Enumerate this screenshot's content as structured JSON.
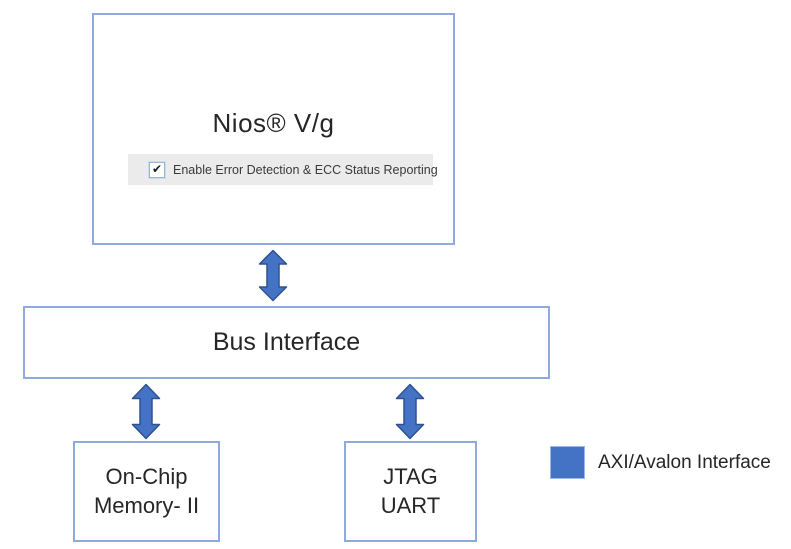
{
  "diagram": {
    "nios_block": {
      "title": "Nios® V/g",
      "checkbox": {
        "label": "Enable Error Detection & ECC Status Reporting",
        "checked": true,
        "check_glyph": "✔"
      }
    },
    "bus_block": {
      "label": "Bus Interface"
    },
    "memory_block": {
      "line1": "On-Chip",
      "line2": "Memory- II"
    },
    "jtag_block": {
      "line1": "JTAG",
      "line2": "UART"
    },
    "legend": {
      "label": "AXI/Avalon Interface",
      "swatch_color": "#4472C4"
    },
    "colors": {
      "box_border": "#8FAADC",
      "arrow_fill": "#4472C4",
      "arrow_stroke": "#2F528F",
      "checkbox_row_bg": "#EBEBEB"
    }
  }
}
